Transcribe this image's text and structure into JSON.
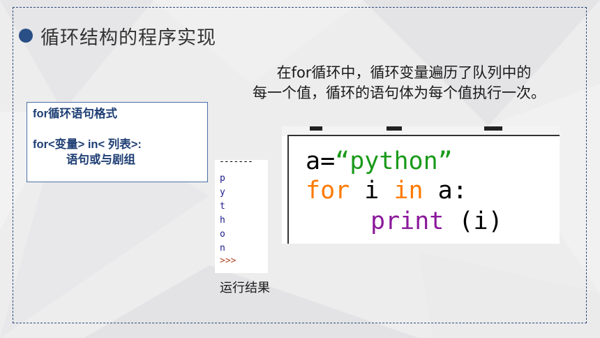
{
  "title": "循环结构的程序实现",
  "description": {
    "line1": "在for循环中，循环变量遍历了队列中的",
    "line2": "每一个值，循环的语句体为每个值执行一次。"
  },
  "syntax_box": {
    "heading": "for循环语句格式",
    "line1": "for<变量> in< 列表>:",
    "line2": "语句或与剧组"
  },
  "output": {
    "separator": "-------",
    "chars": [
      "p",
      "y",
      "t",
      "h",
      "o",
      "n"
    ],
    "prompt": ">>>"
  },
  "run_label": "运行结果",
  "code": {
    "line1": {
      "var": "a=",
      "str": "“python”"
    },
    "line2": {
      "kw1": "for",
      "mid": " i ",
      "kw2": "in",
      "end": " a:"
    },
    "line3": {
      "fn": "print",
      "rest": " (i)"
    }
  },
  "colors": {
    "accent": "#2a4f86",
    "keyword": "#ff7a00",
    "string": "#1a9a1a",
    "function": "#8a1a9a"
  }
}
